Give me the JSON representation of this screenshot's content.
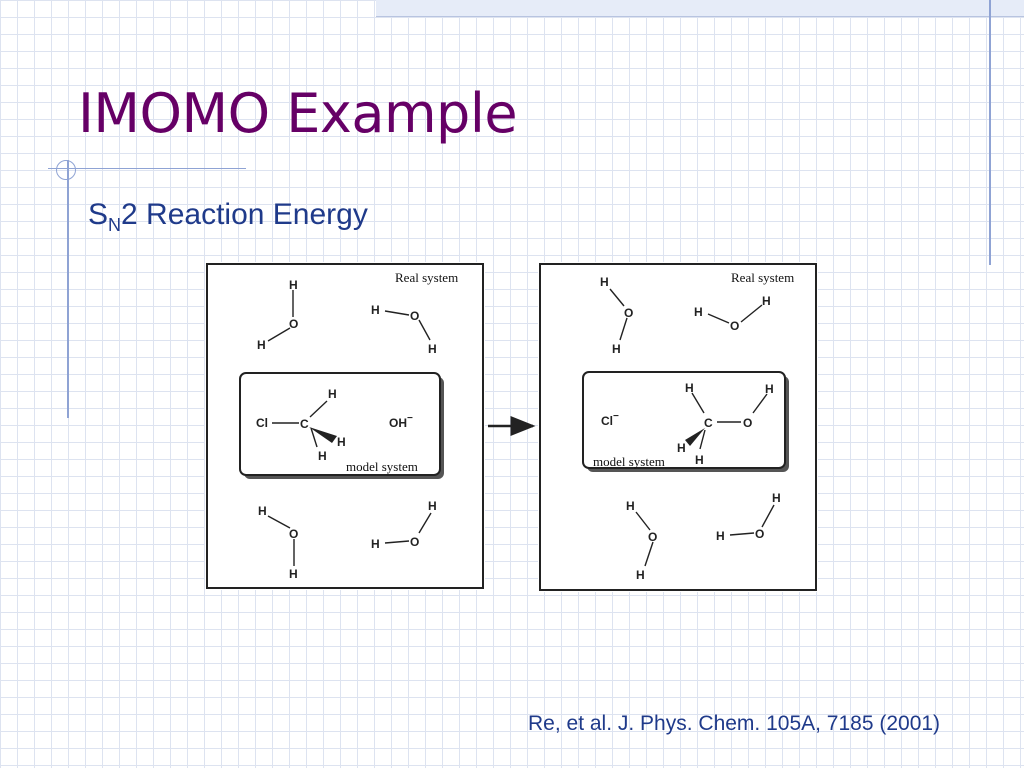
{
  "slide": {
    "title": "IMOMO Example",
    "subtitle": {
      "main": "S",
      "subscript": "N",
      "rest": "2 Reaction Energy"
    },
    "citation": "Re, et al. J. Phys. Chem. 105A, 7185 (2001)"
  },
  "diagram": {
    "left_panel": {
      "real_label": "Real system",
      "model_label": "model system",
      "atoms": {
        "cl": "Cl",
        "c": "C",
        "oh_ion": "OH",
        "o": "O",
        "h": "H"
      }
    },
    "right_panel": {
      "real_label": "Real system",
      "model_label": "model system",
      "atoms": {
        "cl_ion": "Cl",
        "c": "C",
        "o": "O",
        "h": "H"
      }
    },
    "charge_sign": "−"
  },
  "colors": {
    "title": "#660066",
    "body_text": "#1f3a8a",
    "accent_line": "#8fa3d4"
  }
}
